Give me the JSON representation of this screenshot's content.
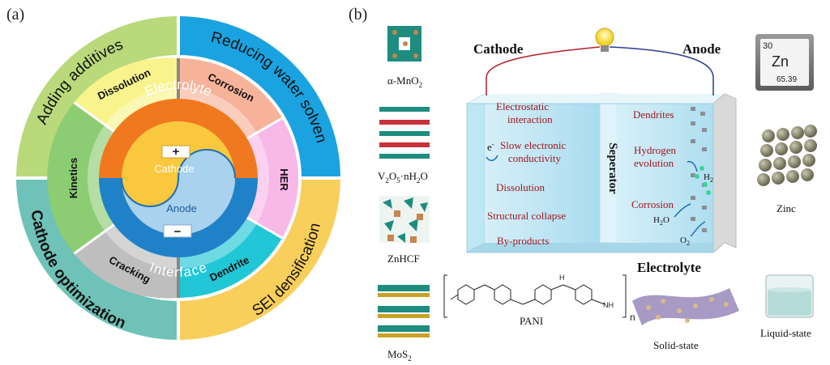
{
  "panel_a": {
    "label": "(a)",
    "outer_segments": {
      "adding_additives": "Adding additives",
      "reducing_water_solvent": "Reducing water solvent",
      "sei_densification": "SEI densification",
      "cathode_optimization": "Cathode optimization"
    },
    "middle_segments": {
      "dissolution": "Dissolution",
      "corrosion": "Corrosion",
      "her": "HER",
      "dendrite": "Dendrite",
      "cracking": "Cracking",
      "kinetics": "Kinetics"
    },
    "core": {
      "electrolyte": "Electrolyte",
      "interface": "Interface",
      "cathode": "Cathode",
      "anode": "Anode",
      "plus_sign": "+",
      "minus_sign": "−"
    },
    "colors": {
      "green": "#b9d97a",
      "blue": "#1aa3e0",
      "yellow": "#f8cf5b",
      "teal": "#6ec2b7",
      "orange": "#f0791f",
      "navy": "#1f82c9"
    }
  },
  "panel_b": {
    "label": "(b)",
    "cathode_title": "Cathode",
    "anode_title": "Anode",
    "separator_label": "Seperator",
    "electrolyte_title": "Electrolyte",
    "cathode_issues": [
      "Electrostatic",
      "interaction",
      "Slow electronic",
      "conductivity",
      "Dissolution",
      "Structural collapse",
      "By-products"
    ],
    "electron_label": "e",
    "electron_sup": "-",
    "anode_issues": [
      "Dendrites",
      "Hydrogen",
      "evolution",
      "Corrosion"
    ],
    "h2_label": "H",
    "h2_sub": "2",
    "h2o_label": "H",
    "h2o_sub": "2",
    "h2o_tail": "O",
    "o2_label": "O",
    "o2_sub": "2",
    "materials": {
      "mno2": {
        "main": "α-MnO",
        "sub": "2"
      },
      "v2o5": {
        "a": "V",
        "a_sub": "2",
        "b": "O",
        "b_sub": "5",
        "c": "·nH",
        "c_sub": "2",
        "d": "O"
      },
      "znhcf": "ZnHCF",
      "mos2": {
        "main": "MoS",
        "sub": "2"
      },
      "pani": "PANI",
      "pani_n": "n",
      "pani_h": "H",
      "pani_nh": "NH"
    },
    "element": {
      "number": "30",
      "symbol": "Zn",
      "mass": "65.39"
    },
    "zinc_label": "Zinc",
    "solid_state_label": "Solid-state",
    "liquid_state_label": "Liquid-state",
    "colors": {
      "text_red": "#a0171f",
      "cell_blue": "#bfe6f3",
      "crystal_teal": "#1e8c7f",
      "crystal_brown": "#c7864b"
    }
  }
}
